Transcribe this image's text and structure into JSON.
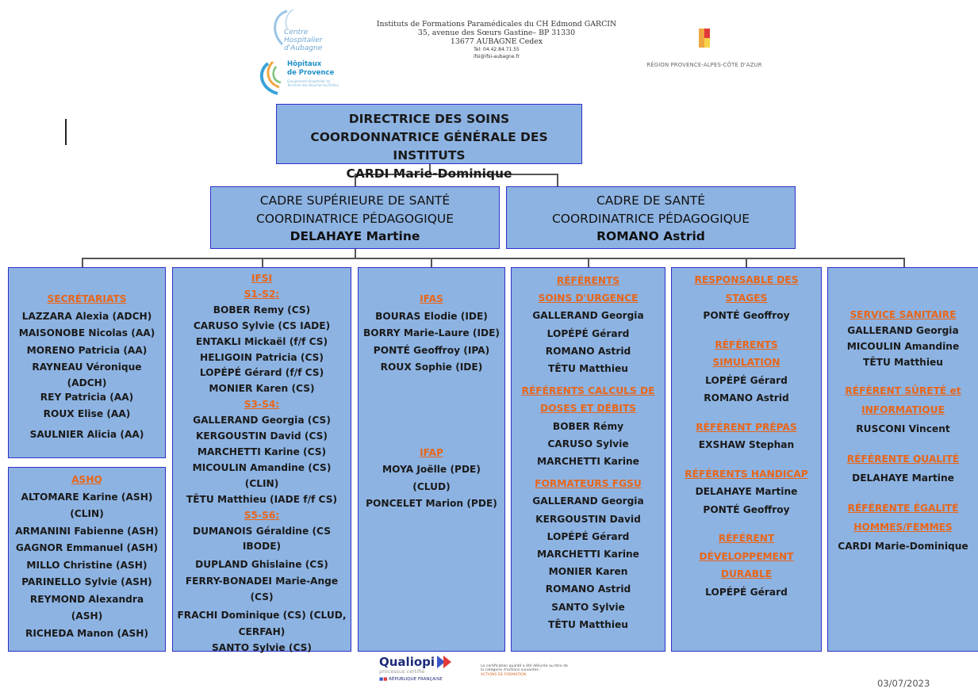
{
  "header": {
    "ch_logo_line1": "Centre",
    "ch_logo_line2": "Hospitalier",
    "ch_logo_line3": "d'Aubagne",
    "hp_logo_line1": "Hôpitaux",
    "hp_logo_line2": "de Provence",
    "hp_logo_tagline": "Groupement Hospitalier de Territoire des Bouches-du-Rhône",
    "institute_line1": "Instituts de Formations Paramédicales du CH Edmond GARCIN",
    "institute_line2": "35, avenue des Sœurs Gastine– BP 31330",
    "institute_line3": "13677 AUBAGNE Cedex",
    "institute_tel": "Tel: 04.42.84.71.55",
    "institute_email": "ifsi@ifsi-aubagne.fr",
    "region_label": "RÉGION PROVENCE-ALPES-CÔTE D'AZUR"
  },
  "director": {
    "line1": "DIRECTRICE DES SOINS",
    "line2": "COORDONNATRICE GÉNÉRALE DES INSTITUTS",
    "name": "CARDI Marie-Dominique"
  },
  "cadre_left": {
    "line1": "CADRE SUPÉRIEURE DE SANTÉ",
    "line2": "COORDINATRICE PÉDAGOGIQUE",
    "name": "DELAHAYE Martine"
  },
  "cadre_right": {
    "line1": "CADRE DE SANTÉ",
    "line2": "COORDINATRICE PÉDAGOGIQUE",
    "name": "ROMANO Astrid"
  },
  "secretariats": {
    "heading": "SECRÉTARIATS",
    "items": [
      "LAZZARA Alexia (ADCH)",
      "MAISONOBE Nicolas (AA)",
      "MORENO Patricia (AA)",
      "RAYNEAU Véronique",
      "(ADCH)",
      "REY Patricia (AA)",
      "ROUX Elise (AA)",
      "SAULNIER Alicia (AA)"
    ]
  },
  "ashq": {
    "heading": "ASHQ",
    "items": [
      "ALTOMARE Karine (ASH)",
      "(CLIN)",
      "ARMANINI Fabienne (ASH)",
      "GAGNOR Emmanuel (ASH)",
      "MILLO Christine (ASH)",
      "PARINELLO Sylvie (ASH)",
      "REYMOND Alexandra",
      "(ASH)",
      "RICHEDA Manon (ASH)"
    ]
  },
  "ifsi": {
    "heading": "IFSI",
    "s1_heading": "S1-S2:",
    "s1_items": [
      "BOBER Remy (CS)",
      "CARUSO Sylvie (CS IADE)",
      "ENTAKLI Mickaël (f/f CS)",
      "HELIGOIN Patricia (CS)",
      "LOPÉPÉ Gérard (f/f CS)",
      "MONIER Karen (CS)"
    ],
    "s3_heading": "S3-S4:",
    "s3_items": [
      "GALLERAND Georgia (CS)",
      "KERGOUSTIN David (CS)",
      "MARCHETTI Karine (CS)",
      "MICOULIN Amandine (CS)",
      "(CLIN)",
      "TÊTU Matthieu (IADE f/f CS)"
    ],
    "s5_heading": "S5-S6:",
    "s5_items": [
      "DUMANOIS Géraldine (CS",
      "IBODE)",
      "DUPLAND Ghislaine (CS)",
      "FERRY-BONADEI Marie-Ange",
      "(CS)",
      "FRACHI Dominique (CS) (CLUD,",
      "CERFAH)",
      "SANTO Sylvie (CS)"
    ]
  },
  "ifas": {
    "heading": "IFAS",
    "items": [
      "BOURAS Elodie (IDE)",
      "BORRY Marie-Laure (IDE)",
      "PONTÉ Geoffroy (IPA)",
      "ROUX Sophie (IDE)"
    ],
    "ifap_heading": "IFAP",
    "ifap_items": [
      "MOYA Joëlle (PDE)",
      "(CLUD)",
      "PONCELET Marion (PDE)"
    ]
  },
  "referents": {
    "urgence_heading_1": "RÉFÉRENTS",
    "urgence_heading_2": "SOINS D'URGENCE",
    "urgence_items": [
      "GALLERAND Georgia",
      "LOPÉPÉ Gérard",
      "ROMANO Astrid",
      "TÊTU Matthieu"
    ],
    "calculs_heading_1": "RÉFÉRENTS CALCULS DE",
    "calculs_heading_2": "DOSES ET DÉBITS",
    "calculs_items": [
      "BOBER Rémy",
      "CARUSO Sylvie",
      "MARCHETTI Karine"
    ],
    "fgsu_heading": "FORMATEURS FGSU",
    "fgsu_items": [
      "GALLERAND Georgia",
      "KERGOUSTIN David",
      "LOPÉPÉ Gérard",
      "MARCHETTI Karine",
      "MONIER Karen",
      "ROMANO Astrid",
      "SANTO Sylvie",
      "TÊTU Matthieu"
    ]
  },
  "stages": {
    "resp_heading_1": "RESPONSABLE DES",
    "resp_heading_2": "STAGES",
    "resp_items": [
      "PONTÉ Geoffroy"
    ],
    "sim_heading_1": "RÉFÉRENTS",
    "sim_heading_2": "SIMULATION",
    "sim_items": [
      "LOPÉPÉ Gérard",
      "ROMANO Astrid"
    ],
    "prepas_heading": "RÉFÉRENT PRÉPAS",
    "prepas_items": [
      "EXSHAW Stephan"
    ],
    "handicap_heading": "RÉFÉRENTS HANDICAP",
    "handicap_items": [
      "DELAHAYE Martine",
      "PONTÉ Geoffroy"
    ],
    "dd_heading_1": "RÉFÉRENT",
    "dd_heading_2": "DÉVELOPPEMENT",
    "dd_heading_3": "DURABLE",
    "dd_items": [
      "LOPÉPÉ Gérard"
    ]
  },
  "service": {
    "sanitaire_heading": "SERVICE SANITAIRE",
    "sanitaire_items": [
      "GALLERAND Georgia",
      "MICOULIN Amandine",
      "TÊTU Matthieu"
    ],
    "surete_heading_1": "RÉFÉRENT SÛRETÉ et",
    "surete_heading_2": "INFORMATIQUE",
    "surete_items": [
      "RUSCONI Vincent"
    ],
    "qualite_heading": "RÉFÉRENTE QUALITÉ",
    "qualite_items": [
      "DELAHAYE Martine"
    ],
    "egalite_heading_1": "RÉFÉRENTE ÉGALITÉ",
    "egalite_heading_2": "HOMMES/FEMMES",
    "egalite_items": [
      "CARDI Marie-Dominique"
    ]
  },
  "footer": {
    "qualiopi": "Qualiopi",
    "qualiopi_sub": "processus certifié",
    "republique": "RÉPUBLIQUE FRANÇAISE",
    "cert_text": "La certification qualité a été délivrée au titre de la catégorie d'actions suivantes :",
    "cert_category": "ACTIONS DE FORMATION",
    "date": "03/07/2023"
  },
  "colors": {
    "box_fill": "#8db3e2",
    "box_border": "#2f2fc9",
    "heading_orange": "#e8661a"
  }
}
